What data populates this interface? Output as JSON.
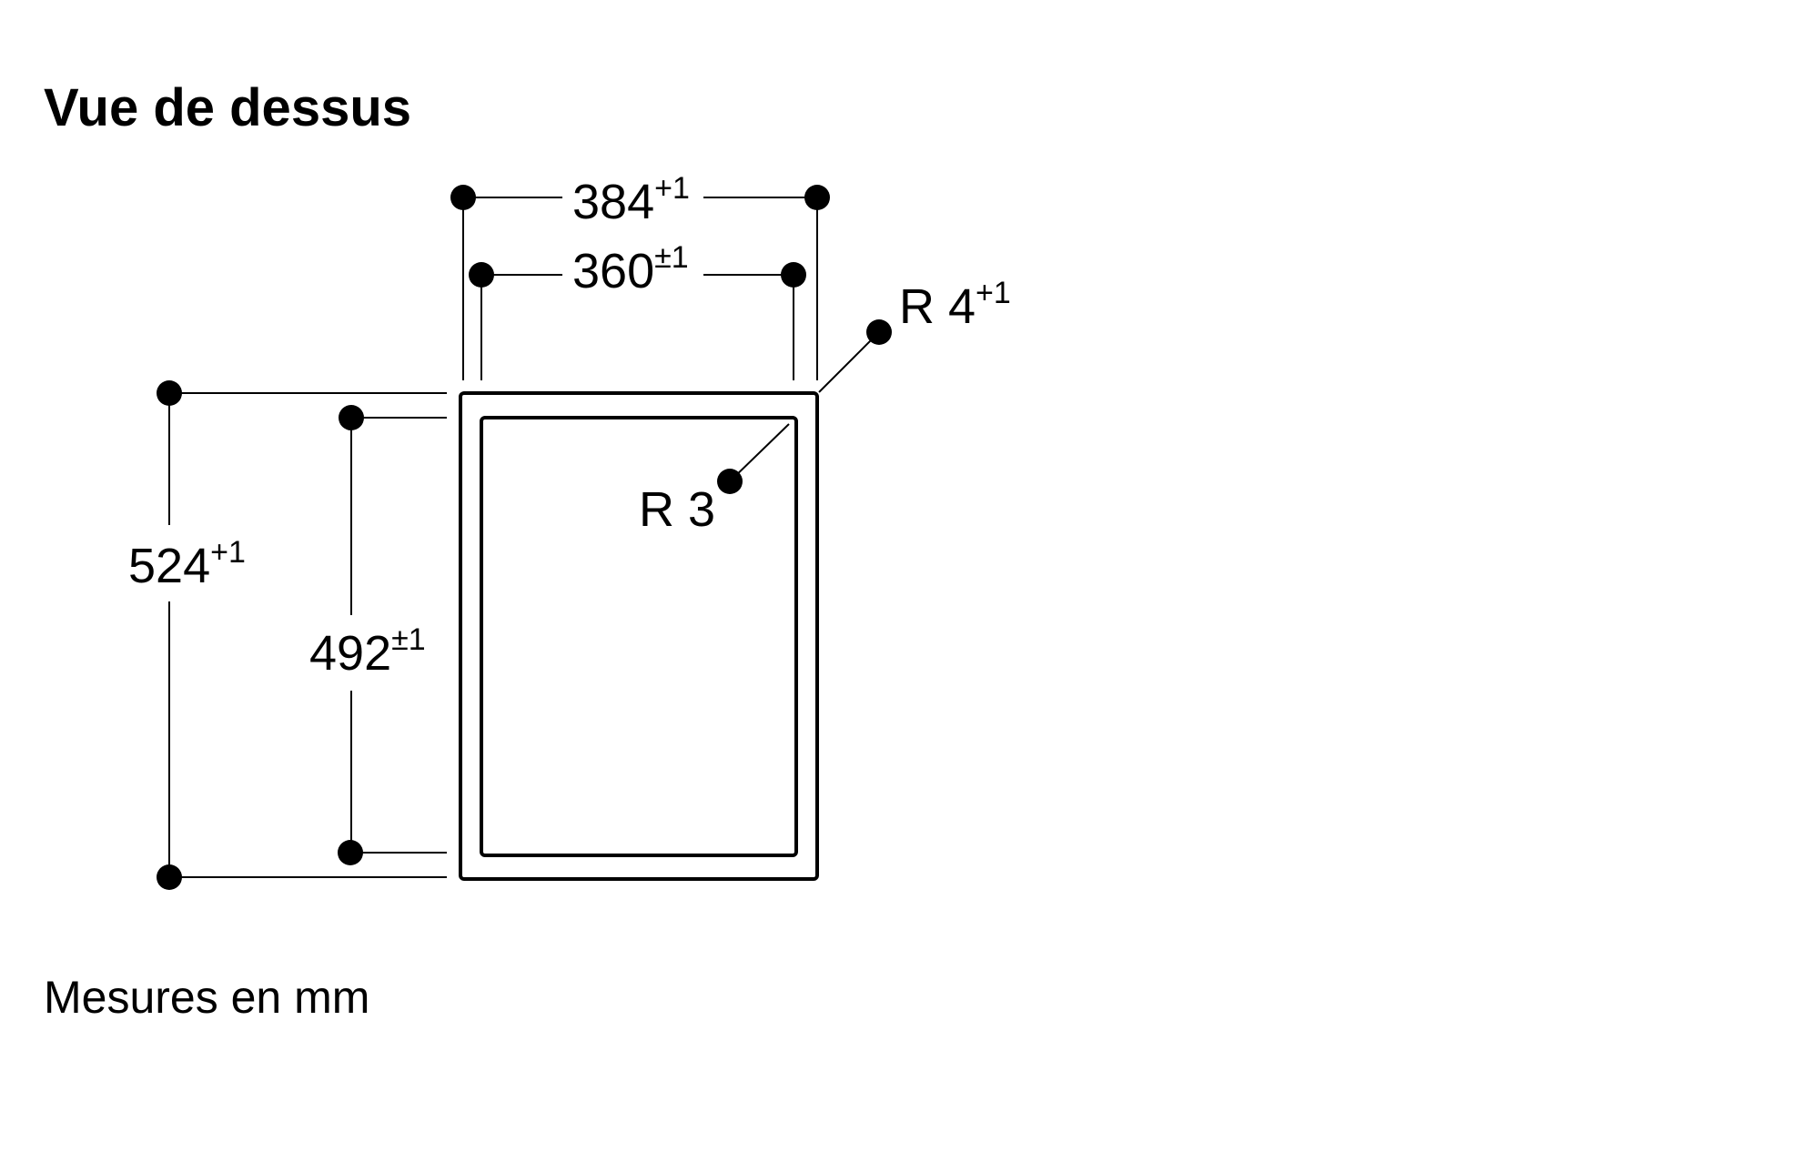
{
  "title": "Vue de dessus",
  "dimensions": {
    "outer_width": {
      "value": "384",
      "tolerance": "+1"
    },
    "inner_width": {
      "value": "360",
      "tolerance": "±1"
    },
    "outer_height": {
      "value": "524",
      "tolerance": "+1"
    },
    "inner_height": {
      "value": "492",
      "tolerance": "±1"
    },
    "outer_radius": {
      "value": "R 4",
      "tolerance": "+1"
    },
    "inner_radius": {
      "value": "R 3"
    }
  },
  "footer_note": "Mesures en mm"
}
